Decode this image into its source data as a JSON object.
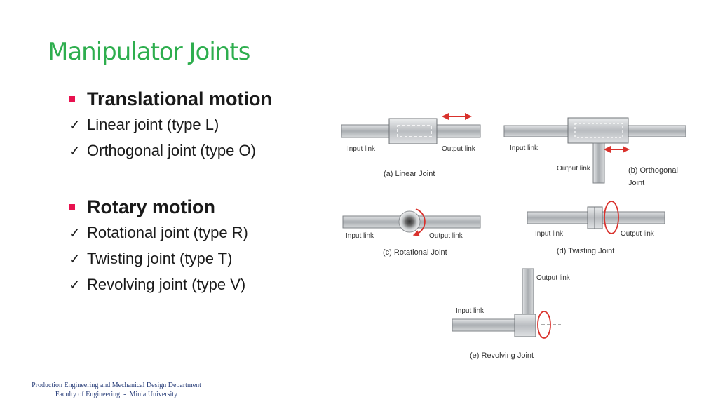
{
  "slide": {
    "title": "Manipulator Joints",
    "sections": [
      {
        "heading": "Translational motion",
        "items": [
          "Linear joint (type L)",
          "Orthogonal joint (type O)"
        ]
      },
      {
        "heading": "Rotary motion",
        "items": [
          "Rotational joint (type R)",
          "Twisting joint (type T)",
          "Revolving joint (type V)"
        ]
      }
    ],
    "footer": {
      "line1": "Production Engineering and Mechanical Design Department",
      "line2": "Faculty of Engineering  -  Minia University"
    }
  },
  "figure": {
    "linear": {
      "input": "Input link",
      "output": "Output link",
      "caption": "(a) Linear Joint"
    },
    "orthogonal": {
      "input": "Input link",
      "output": "Output link",
      "caption1": "(b) Orthogonal",
      "caption2": "Joint"
    },
    "rotational": {
      "input": "Input link",
      "output": "Output link",
      "caption": "(c) Rotational Joint"
    },
    "twisting": {
      "input": "Input link",
      "output": "Output link",
      "caption": "(d) Twisting Joint"
    },
    "revolving": {
      "input": "Input link",
      "output": "Output link",
      "caption": "(e) Revolving Joint"
    }
  },
  "colors": {
    "title": "#2eae4e",
    "bullet": "#e8114f",
    "arrow": "#d9312c",
    "footer": "#2a3f7a"
  },
  "icons": {
    "section_bullet": "square-bullet-icon",
    "item_bullet": "checkmark-icon"
  }
}
